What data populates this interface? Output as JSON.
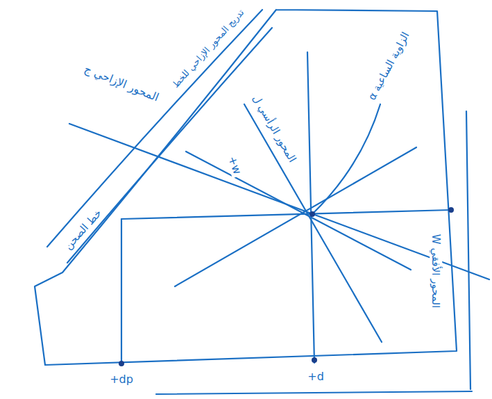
{
  "diagram": {
    "labels": [
      "المحور الإزاحي ج",
      "تدريج المحور الإزاحي للخط",
      "خط الصحن",
      "المحور الرأسي ل",
      "+w",
      "الزاوية الساعية α",
      "المحور الأفقي W",
      "+dp",
      "+d"
    ]
  }
}
